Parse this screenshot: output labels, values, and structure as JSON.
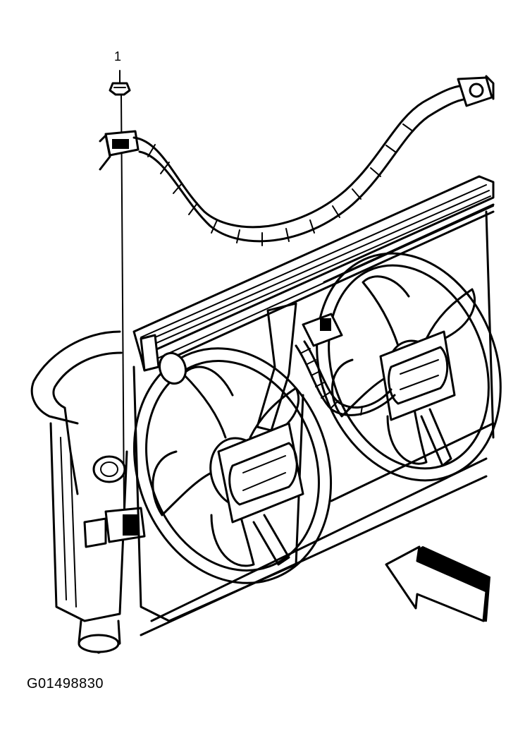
{
  "diagram": {
    "figure_id": "G01498830",
    "callout": "1",
    "colors": {
      "line": "#000000",
      "background": "#ffffff"
    },
    "icons": [
      "radiator-fan-assembly",
      "wiring-harness",
      "harness-retainer-clip",
      "direction-arrow"
    ]
  }
}
